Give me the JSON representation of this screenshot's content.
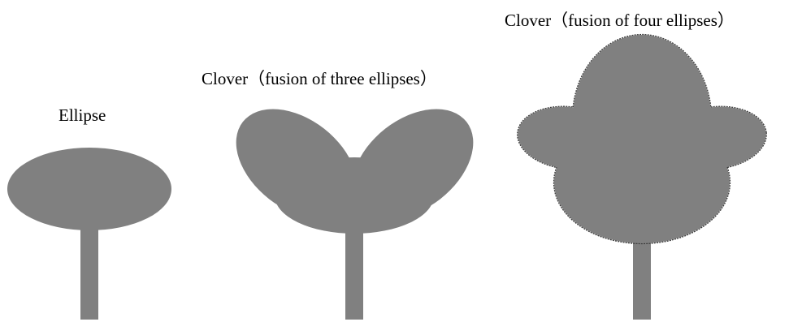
{
  "figure": {
    "shape_color": "#808080",
    "outline_color": "#3a3a3a",
    "background_color": "#ffffff",
    "panels": [
      {
        "label": "Ellipse",
        "shape": "ellipse"
      },
      {
        "label": "Clover（fusion of three ellipses）",
        "shape": "clover-three-ellipses"
      },
      {
        "label": "Clover（fusion of four ellipses）",
        "shape": "clover-four-ellipses"
      }
    ]
  }
}
